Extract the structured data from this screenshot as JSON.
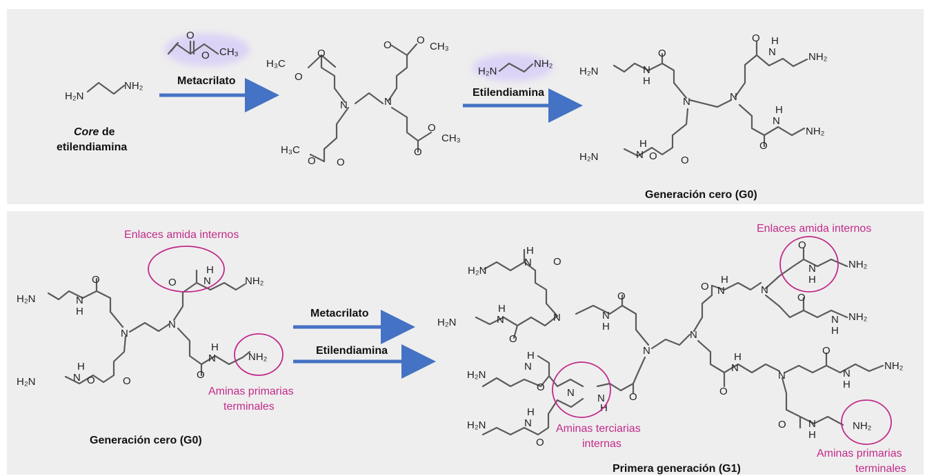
{
  "top": {
    "reagent1": "Metacrilato",
    "reagent2": "Etilendiamina",
    "core_label_italic": "Core",
    "core_label_rest": " de",
    "core_label_line2": "etilendiamina",
    "product_label": "Generación cero (G0)"
  },
  "bottom": {
    "left_label": "Generación cero (G0)",
    "right_label": "Primera generación (G1)",
    "reagent1": "Metacrilato",
    "reagent2": "Etilendiamina",
    "annot_amide_left": "Enlaces amida internos",
    "annot_amide_right": "Enlaces amida internos",
    "annot_primary_left_1": "Aminas primarias",
    "annot_primary_left_2": "terminales",
    "annot_tertiary_1": "Aminas terciarias",
    "annot_tertiary_2": "internas",
    "annot_primary_right_1": "Aminas primarias",
    "annot_primary_right_2": "terminales"
  },
  "atoms": {
    "H2N": "H₂N",
    "NH2": "NH₂",
    "H3C": "H₃C",
    "CH3": "CH₃",
    "N": "N",
    "H": "H",
    "O": "O"
  },
  "colors": {
    "arrow": "#4472c4",
    "annotation": "#c02a8a",
    "panel_bg": "#efeeee",
    "bond": "#5a5a5a"
  }
}
